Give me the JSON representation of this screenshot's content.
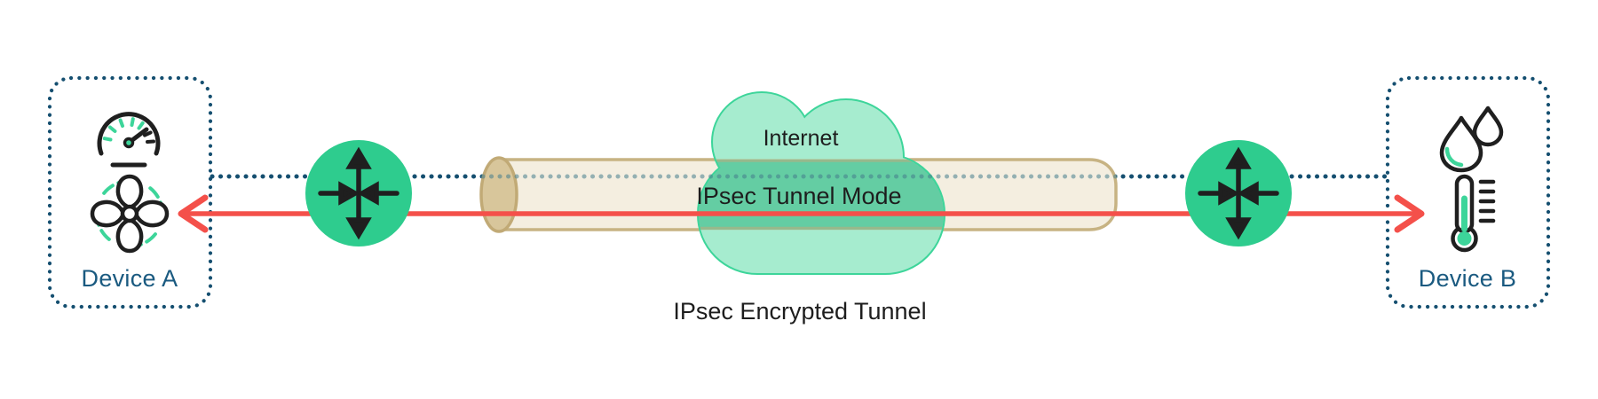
{
  "diagram": {
    "labels": {
      "device_a": "Device A",
      "device_b": "Device B",
      "internet": "Internet",
      "tunnel_mode": "IPsec Tunnel Mode",
      "caption": "IPsec Encrypted Tunnel"
    },
    "icons": {
      "device_a": [
        "speedometer-icon",
        "fan-icon"
      ],
      "device_b": [
        "water-drops-icon",
        "thermometer-icon"
      ],
      "gateways": [
        "router-icon",
        "router-icon"
      ]
    },
    "colors": {
      "accent_green": "#2ecc8e",
      "cloud_fill": "#a6eccf",
      "cloud_stroke": "#3dd59a",
      "tunnel_fill": "#f4eee0",
      "tunnel_stroke": "#c7b383",
      "tunnel_cap_fill": "#d8c69b",
      "line_navy": "#154f70",
      "line_red": "#f4504a",
      "device_label_blue": "#1a5a80",
      "text_black": "#1d1d1d"
    }
  }
}
